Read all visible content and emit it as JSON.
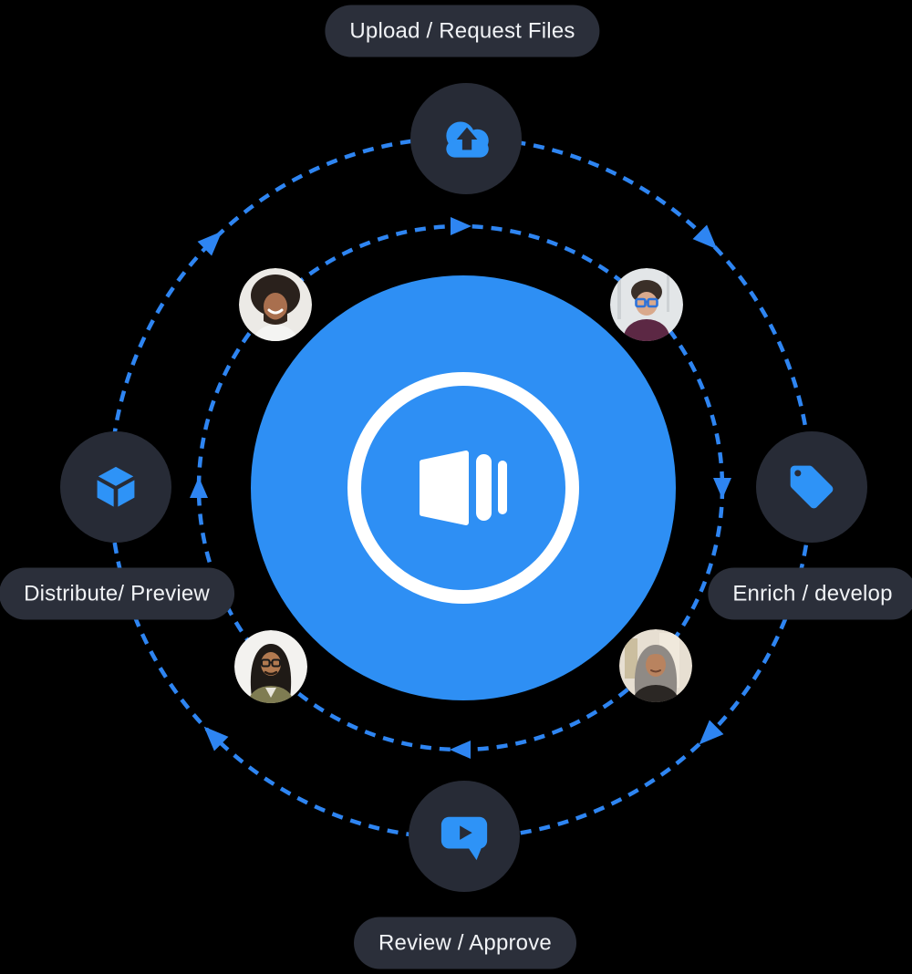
{
  "diagram_title": "workflow-orbit-diagram",
  "orbit": {
    "direction": "clockwise",
    "outer_arrow_count": 4,
    "inner_arrow_count": 4
  },
  "steps": [
    {
      "id": "upload",
      "position": "top",
      "icon": "cloud-upload-icon",
      "label": "Upload / Request Files"
    },
    {
      "id": "enrich",
      "position": "right",
      "icon": "tag-icon",
      "label": "Enrich / develop"
    },
    {
      "id": "review",
      "position": "bottom",
      "icon": "comment-play-icon",
      "label": "Review / Approve"
    },
    {
      "id": "distribute",
      "position": "left",
      "icon": "cube-icon",
      "label": "Distribute/ Preview"
    }
  ],
  "center": {
    "brand_icon": "megaphone-flag-with-bars-logo"
  },
  "avatars": [
    {
      "position": "top-left",
      "description": "smiling man with dark curly hair and beard, white shirt"
    },
    {
      "position": "top-right",
      "description": "person with short dark hair, blue glasses, maroon shirt"
    },
    {
      "position": "bottom-left",
      "description": "man with long dark hair, glasses, olive jacket"
    },
    {
      "position": "bottom-right",
      "description": "woman with long gray hair, dark top"
    }
  ],
  "colors": {
    "background": "#000000",
    "accent_blue": "#2E85F2",
    "center_blue": "#2E8FF4",
    "icon_blue": "#2E93F7",
    "node_bg": "#272B36",
    "pill_bg": "#2B2F3A",
    "text": "#F1F3F6",
    "logo_white": "#FFFFFF"
  }
}
